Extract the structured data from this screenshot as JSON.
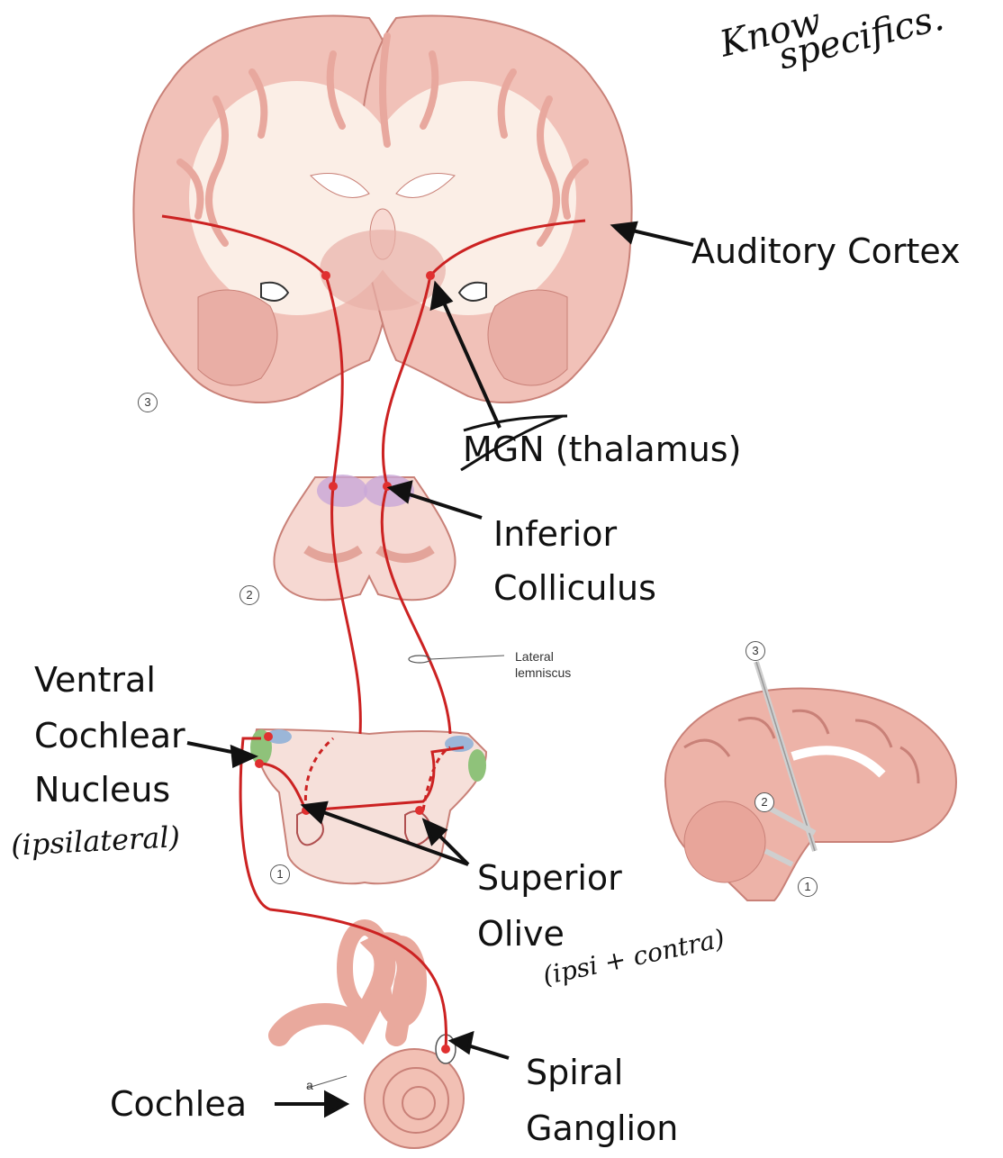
{
  "labels": {
    "auditory_cortex": "Auditory Cortex",
    "mgn": "MGN",
    "mgn_paren": "(thalamus)",
    "inferior_line1": "Inferior",
    "inferior_line2": "Colliculus",
    "ventral_line1": "Ventral",
    "ventral_line2": "Cochlear",
    "ventral_line3": "Nucleus",
    "superior_line1": "Superior",
    "superior_line2": "Olive",
    "spiral_line1": "Spiral",
    "spiral_line2": "Ganglion",
    "cochlea": "Cochlea",
    "lateral_line1": "Lateral",
    "lateral_line2": "lemniscus",
    "small_a": "a"
  },
  "handwritten": {
    "know": "Know",
    "specifics": "specifics.",
    "ipsilateral": "(ipsilateral)",
    "ipsi_contra": "(ipsi + contra)"
  },
  "section_numbers": {
    "n1": "1",
    "n2": "2",
    "n3": "3",
    "sag1": "1",
    "sag2": "2",
    "sag3": "3"
  },
  "colors": {
    "tissue": "#f1c1b8",
    "tissue_dark": "#d98e84",
    "white_matter": "#fbeee6",
    "pathway": "#cc2222",
    "nucleus": "#e03030"
  }
}
